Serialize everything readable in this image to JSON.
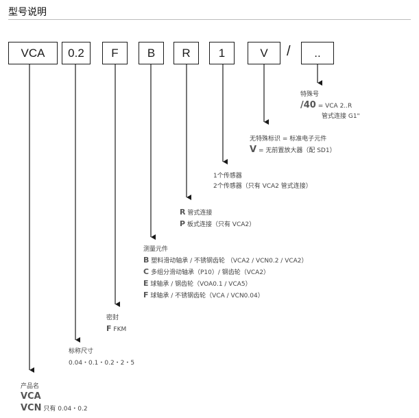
{
  "title": "型号说明",
  "boxes": [
    "VCA",
    "0.2",
    "F",
    "B",
    "R",
    "1",
    "V",
    ".."
  ],
  "separator": "/",
  "special": {
    "heading": "特殊号",
    "code": "/40",
    "line1": "= VCA 2..R",
    "line2": "管式连接 G1\""
  },
  "electronics": {
    "line1": "无特殊标识 = 标准电子元件",
    "code": "V",
    "line2": "= 无前置放大器（配 SD1）"
  },
  "sensors": {
    "line1": "1个传感器",
    "line2": "2个传感器（只有 VCA2 管式连接）"
  },
  "connection": {
    "r_code": "R",
    "r_text": "管式连接",
    "p_code": "P",
    "p_text": "板式连接（只有 VCA2）"
  },
  "measuring": {
    "heading": "测量元件",
    "items": [
      {
        "code": "B",
        "text": "塑料滑动轴承 / 不锈钢齿轮 （VCA2 / VCN0.2 / VCA2）"
      },
      {
        "code": "C",
        "text": "多组分滑动轴承（P10）/ 钢齿轮（VCA2）"
      },
      {
        "code": "E",
        "text": "球轴承 / 钢齿轮（VOA0.1 / VCA5）"
      },
      {
        "code": "F",
        "text": "球轴承 / 不锈钢齿轮（VCA / VCN0.04）"
      }
    ]
  },
  "seal": {
    "heading": "密封",
    "code": "F",
    "text": "FKM"
  },
  "size": {
    "heading": "标称尺寸",
    "values": "0.04・0.1・0.2・2・5"
  },
  "product": {
    "heading": "产品名",
    "code1": "VCA",
    "code2": "VCN",
    "note": "只有 0.04・0.2"
  }
}
